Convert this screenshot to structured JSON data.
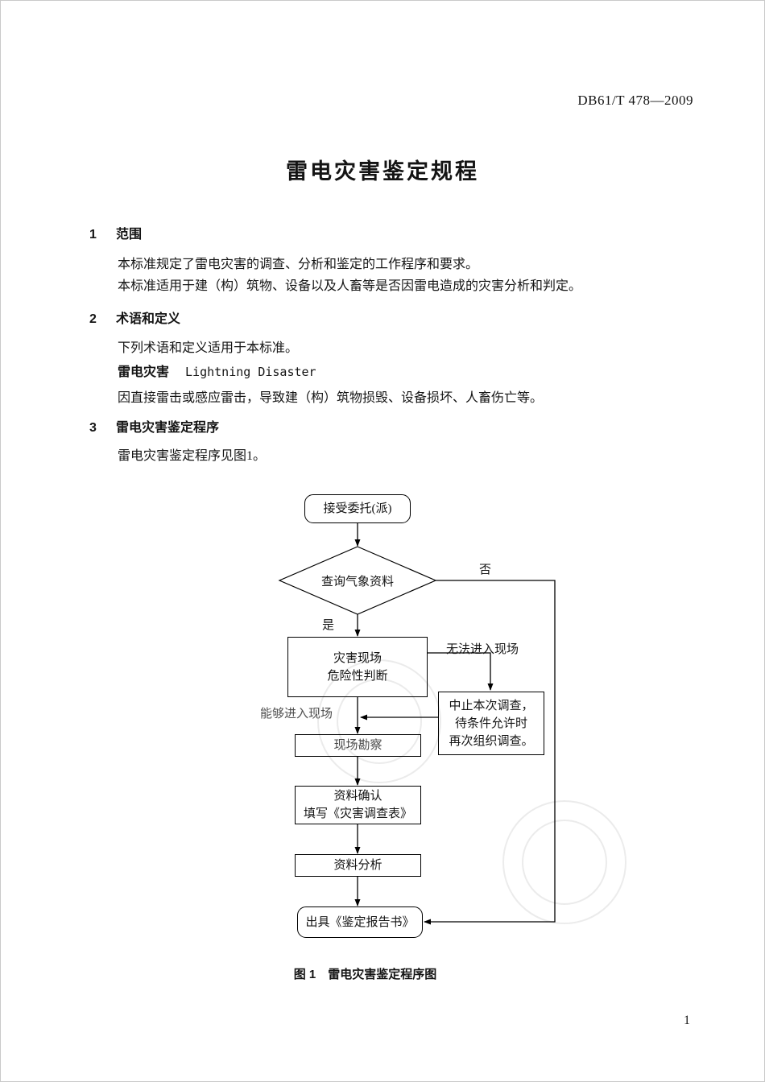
{
  "page": {
    "doc_number": "DB61/T 478—2009",
    "title": "雷电灾害鉴定规程",
    "page_number": "1"
  },
  "sections": {
    "s1": {
      "number": "1",
      "heading": "范围",
      "p1": "本标准规定了雷电灾害的调查、分析和鉴定的工作程序和要求。",
      "p2": "本标准适用于建（构）筑物、设备以及人畜等是否因雷电造成的灾害分析和判定。"
    },
    "s2": {
      "number": "2",
      "heading": "术语和定义",
      "p1": "下列术语和定义适用于本标准。",
      "term_cn": "雷电灾害",
      "term_en": "Lightning Disaster",
      "p2": "因直接雷击或感应雷击，导致建（构）筑物损毁、设备损坏、人畜伤亡等。"
    },
    "s3": {
      "number": "3",
      "heading": "雷电灾害鉴定程序",
      "p1": "雷电灾害鉴定程序见图1。"
    }
  },
  "flowchart": {
    "nodes": {
      "start": "接受委托(派)",
      "decision": "查询气象资料",
      "hazard": [
        "灾害现场",
        "危险性判断"
      ],
      "suspend": [
        "中止本次调查，",
        "待条件允许时",
        "再次组织调查。"
      ],
      "survey": "现场勘察",
      "confirm": [
        "资料确认",
        "填写《灾害调查表》"
      ],
      "analysis": "资料分析",
      "report": "出具《鉴定报告书》"
    },
    "labels": {
      "no": "否",
      "yes": "是",
      "cannot_enter": "无法进入现场",
      "can_enter": "能够进入现场"
    },
    "caption": {
      "fig_label": "图 1",
      "fig_title": "雷电灾害鉴定程序图"
    }
  }
}
